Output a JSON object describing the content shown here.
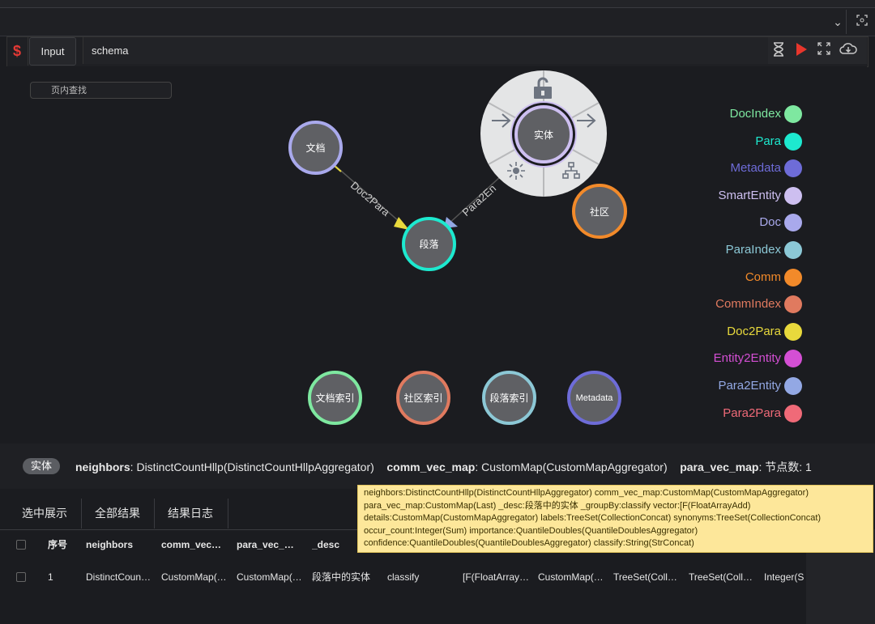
{
  "query": {
    "prefix_icon": "dollar-icon",
    "prefix_symbol": "$",
    "input_button": "Input",
    "value": "schema"
  },
  "graph": {
    "search_placeholder": "页内查找",
    "nodes": {
      "doc": "文档",
      "para": "段落",
      "entity": "实体",
      "comm": "社区",
      "doc_index": "文档索引",
      "comm_index": "社区索引",
      "para_index": "段落索引",
      "metadata": "Metadata"
    },
    "edges": {
      "doc2para": "Doc2Para",
      "para2entity": "Para2En"
    },
    "legend": [
      {
        "label": "DocIndex",
        "color": "#7ee8a0"
      },
      {
        "label": "Para",
        "color": "#1de9cf"
      },
      {
        "label": "Metadata",
        "color": "#6e6cd8"
      },
      {
        "label": "SmartEntity",
        "color": "#cdbff0"
      },
      {
        "label": "Doc",
        "color": "#a9a9ec"
      },
      {
        "label": "ParaIndex",
        "color": "#8cc8d6"
      },
      {
        "label": "Comm",
        "color": "#f28a2a"
      },
      {
        "label": "CommIndex",
        "color": "#e07a5f"
      },
      {
        "label": "Doc2Para",
        "color": "#e8d93c"
      },
      {
        "label": "Entity2Entity",
        "color": "#d44fd4"
      },
      {
        "label": "Para2Entity",
        "color": "#93a8e4"
      },
      {
        "label": "Para2Para",
        "color": "#f06a78"
      }
    ]
  },
  "info": {
    "badge": "实体",
    "f1_name": "neighbors",
    "f1_val": "DistinctCountHllp(DistinctCountHllpAggregator)",
    "f2_name": "comm_vec_map",
    "f2_val": "CustomMap(CustomMapAggregator)",
    "f3_name": "para_vec_map",
    "f3_val": "节点数: 1"
  },
  "tabs": [
    "选中展示",
    "全部结果",
    "结果日志"
  ],
  "table": {
    "headers": [
      "序号",
      "neighbors",
      "comm_vec…",
      "para_vec_…",
      "_desc"
    ],
    "row": [
      "1",
      "DistinctCoun…",
      "CustomMap(…",
      "CustomMap(…",
      "段落中的实体",
      "classify",
      "[F(FloatArray…",
      "CustomMap(…",
      "TreeSet(Coll…",
      "TreeSet(Coll…",
      "Integer(S"
    ]
  },
  "tooltip": [
    "neighbors:DistinctCountHllp(DistinctCountHllpAggregator) comm_vec_map:CustomMap(CustomMapAggregator)",
    "para_vec_map:CustomMap(Last) _desc:段落中的实体 _groupBy:classify vector:[F(FloatArrayAdd)",
    "details:CustomMap(CustomMapAggregator) labels:TreeSet(CollectionConcat) synonyms:TreeSet(CollectionConcat)",
    "occur_count:Integer(Sum) importance:QuantileDoubles(QuantileDoublesAggregator)",
    "confidence:QuantileDoubles(QuantileDoublesAggregator) classify:String(StrConcat)"
  ]
}
